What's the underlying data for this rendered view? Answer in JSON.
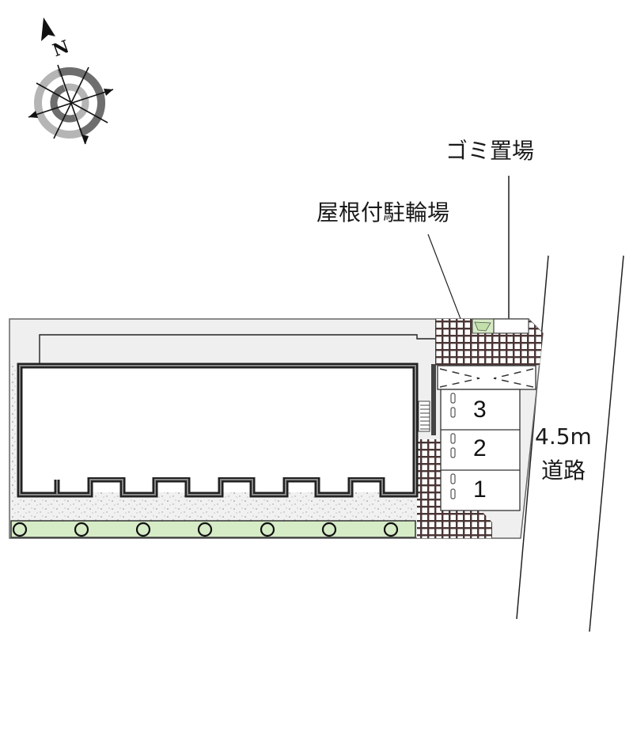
{
  "labels": {
    "garbage": "ゴミ置場",
    "bike_parking": "屋根付駐輪場",
    "road_width": "4.5m",
    "road": "道路"
  },
  "compass": {
    "north_label": "N",
    "icon": "compass-rose-icon"
  },
  "parking_spaces": [
    {
      "number": "3"
    },
    {
      "number": "2"
    },
    {
      "number": "1"
    }
  ],
  "colors": {
    "paved": "#efefef",
    "greenery": "#d6ecc6",
    "tile_line": "#4a3535",
    "wall": "#222222",
    "gravel": "#f3f3f3"
  }
}
